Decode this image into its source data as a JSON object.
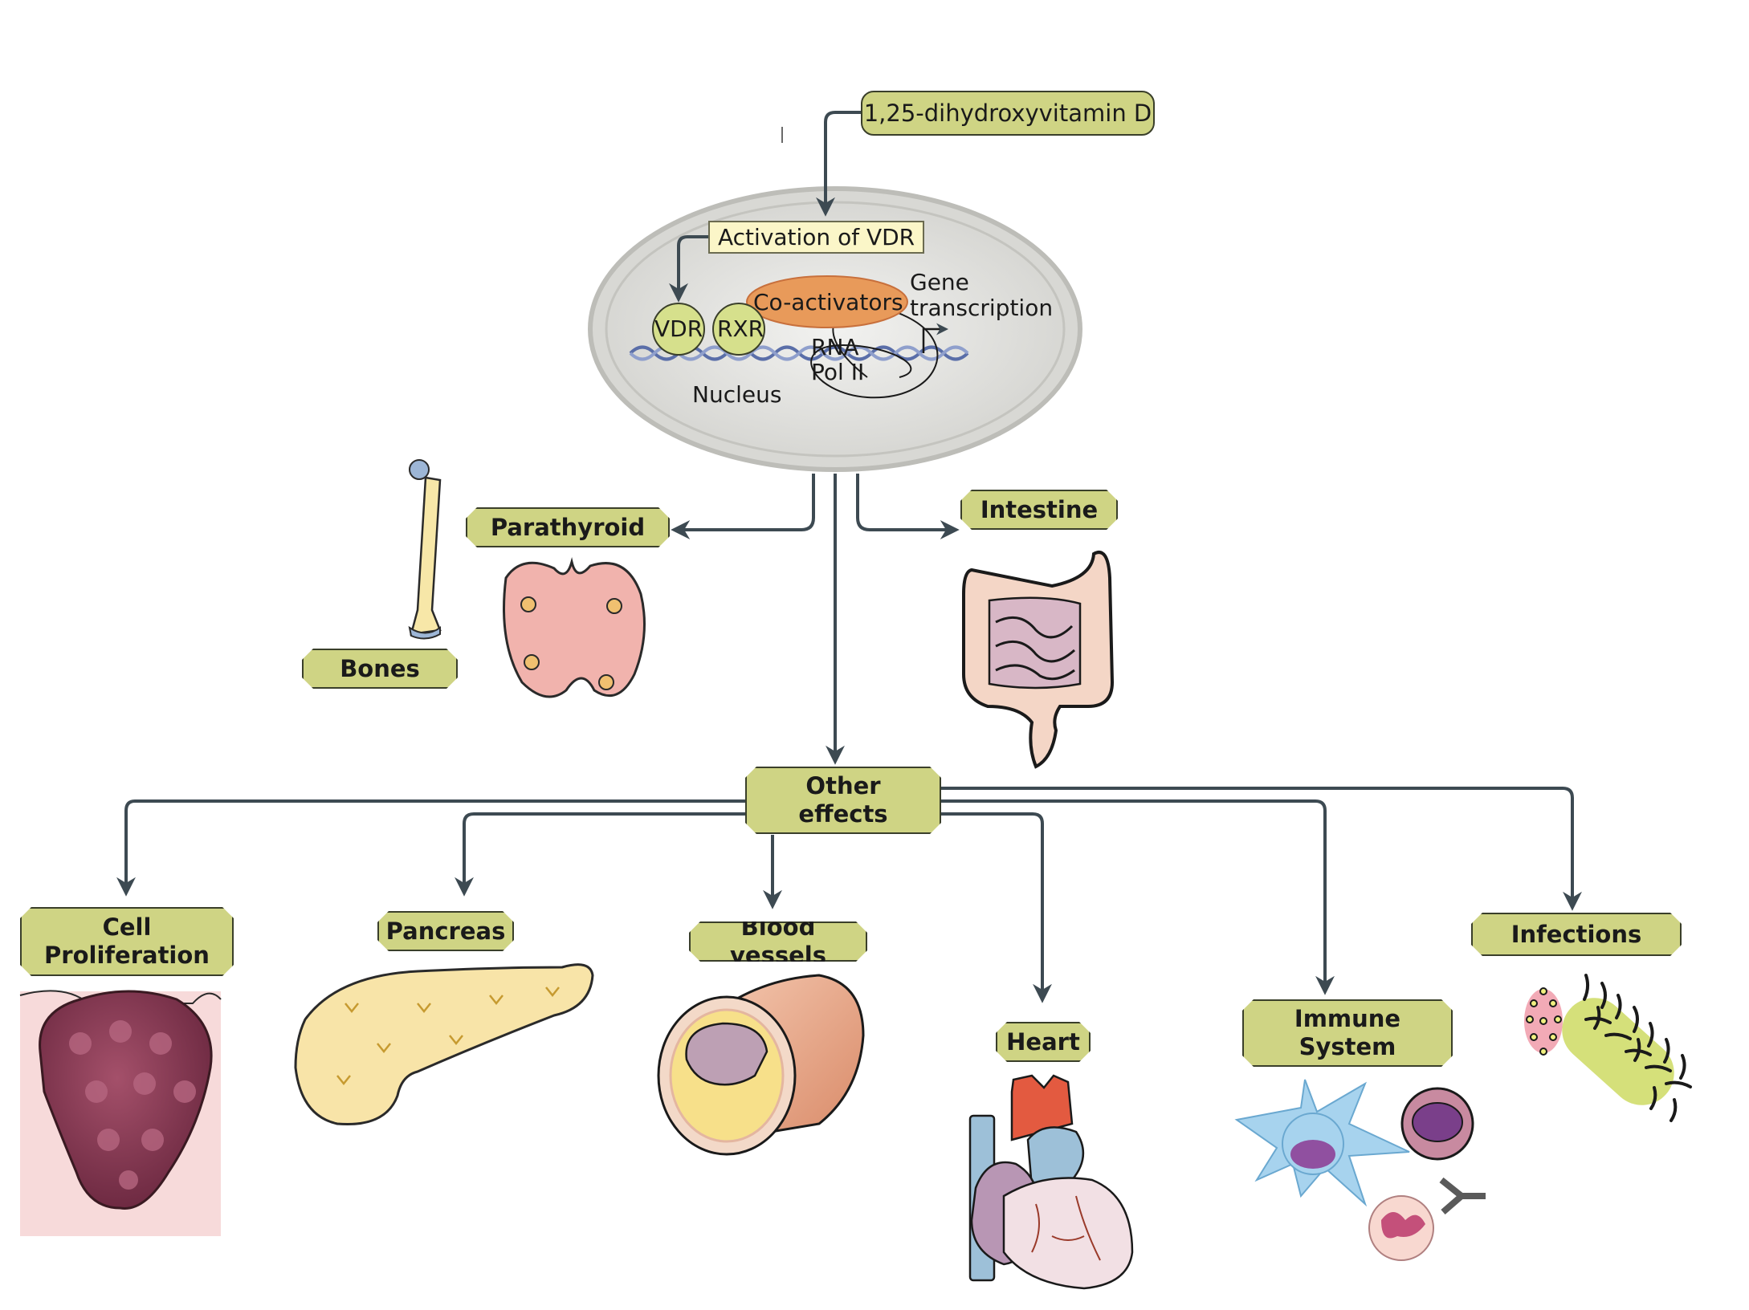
{
  "top_label": "1,25-dihydroxyvitamin D",
  "cell": {
    "activation_label": "Activation of VDR",
    "vdr": "VDR",
    "rxr": "RXR",
    "coactivators": "Co-activators",
    "gene_transcription": "Gene\ntranscription",
    "rna_pol": "RNA\nPol II",
    "nucleus": "Nucleus"
  },
  "primary_targets": {
    "parathyroid": "Parathyroid",
    "bones": "Bones",
    "intestine": "Intestine"
  },
  "hub": "Other\neffects",
  "other_effects": [
    {
      "id": "cell-proliferation",
      "label": "Cell\nProliferation",
      "icon": "tumor-icon"
    },
    {
      "id": "pancreas",
      "label": "Pancreas",
      "icon": "pancreas-icon"
    },
    {
      "id": "blood-vessels",
      "label": "Blood vessels",
      "icon": "blood-vessel-icon"
    },
    {
      "id": "heart",
      "label": "Heart",
      "icon": "heart-icon"
    },
    {
      "id": "immune-system",
      "label": "Immune\nSystem",
      "icon": "immune-cells-icon"
    },
    {
      "id": "infections",
      "label": "Infections",
      "icon": "pathogen-icon"
    }
  ],
  "colors": {
    "label_fill": "#cfd484",
    "arrow": "#3d4a52",
    "cell_fill": "#dcdcd8",
    "coactivator": "#e89a5a",
    "receptor": "#d6e08c",
    "dna": "#5a6ea8"
  }
}
